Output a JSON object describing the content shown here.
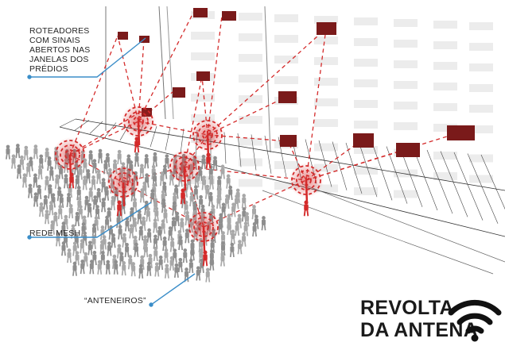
{
  "callouts": {
    "routers_lines": [
      "ROTEADORES",
      "COM SINAIS",
      "ABERTOS NAS",
      "JANELAS DOS",
      "PRÉDIOS"
    ],
    "mesh": "REDE MESH",
    "anteneiros": "“ANTENEIROS”"
  },
  "brand": {
    "line1": "REVOLTA",
    "line2": "DA ANTENA",
    "icon": "wifi-icon"
  },
  "colors": {
    "signal_red": "#d42a2a",
    "window_router": "#7a1a1a",
    "window_plain": "#ececec",
    "callout_line": "#3b8ec9",
    "crowd_gray": "#8e8e8e"
  }
}
